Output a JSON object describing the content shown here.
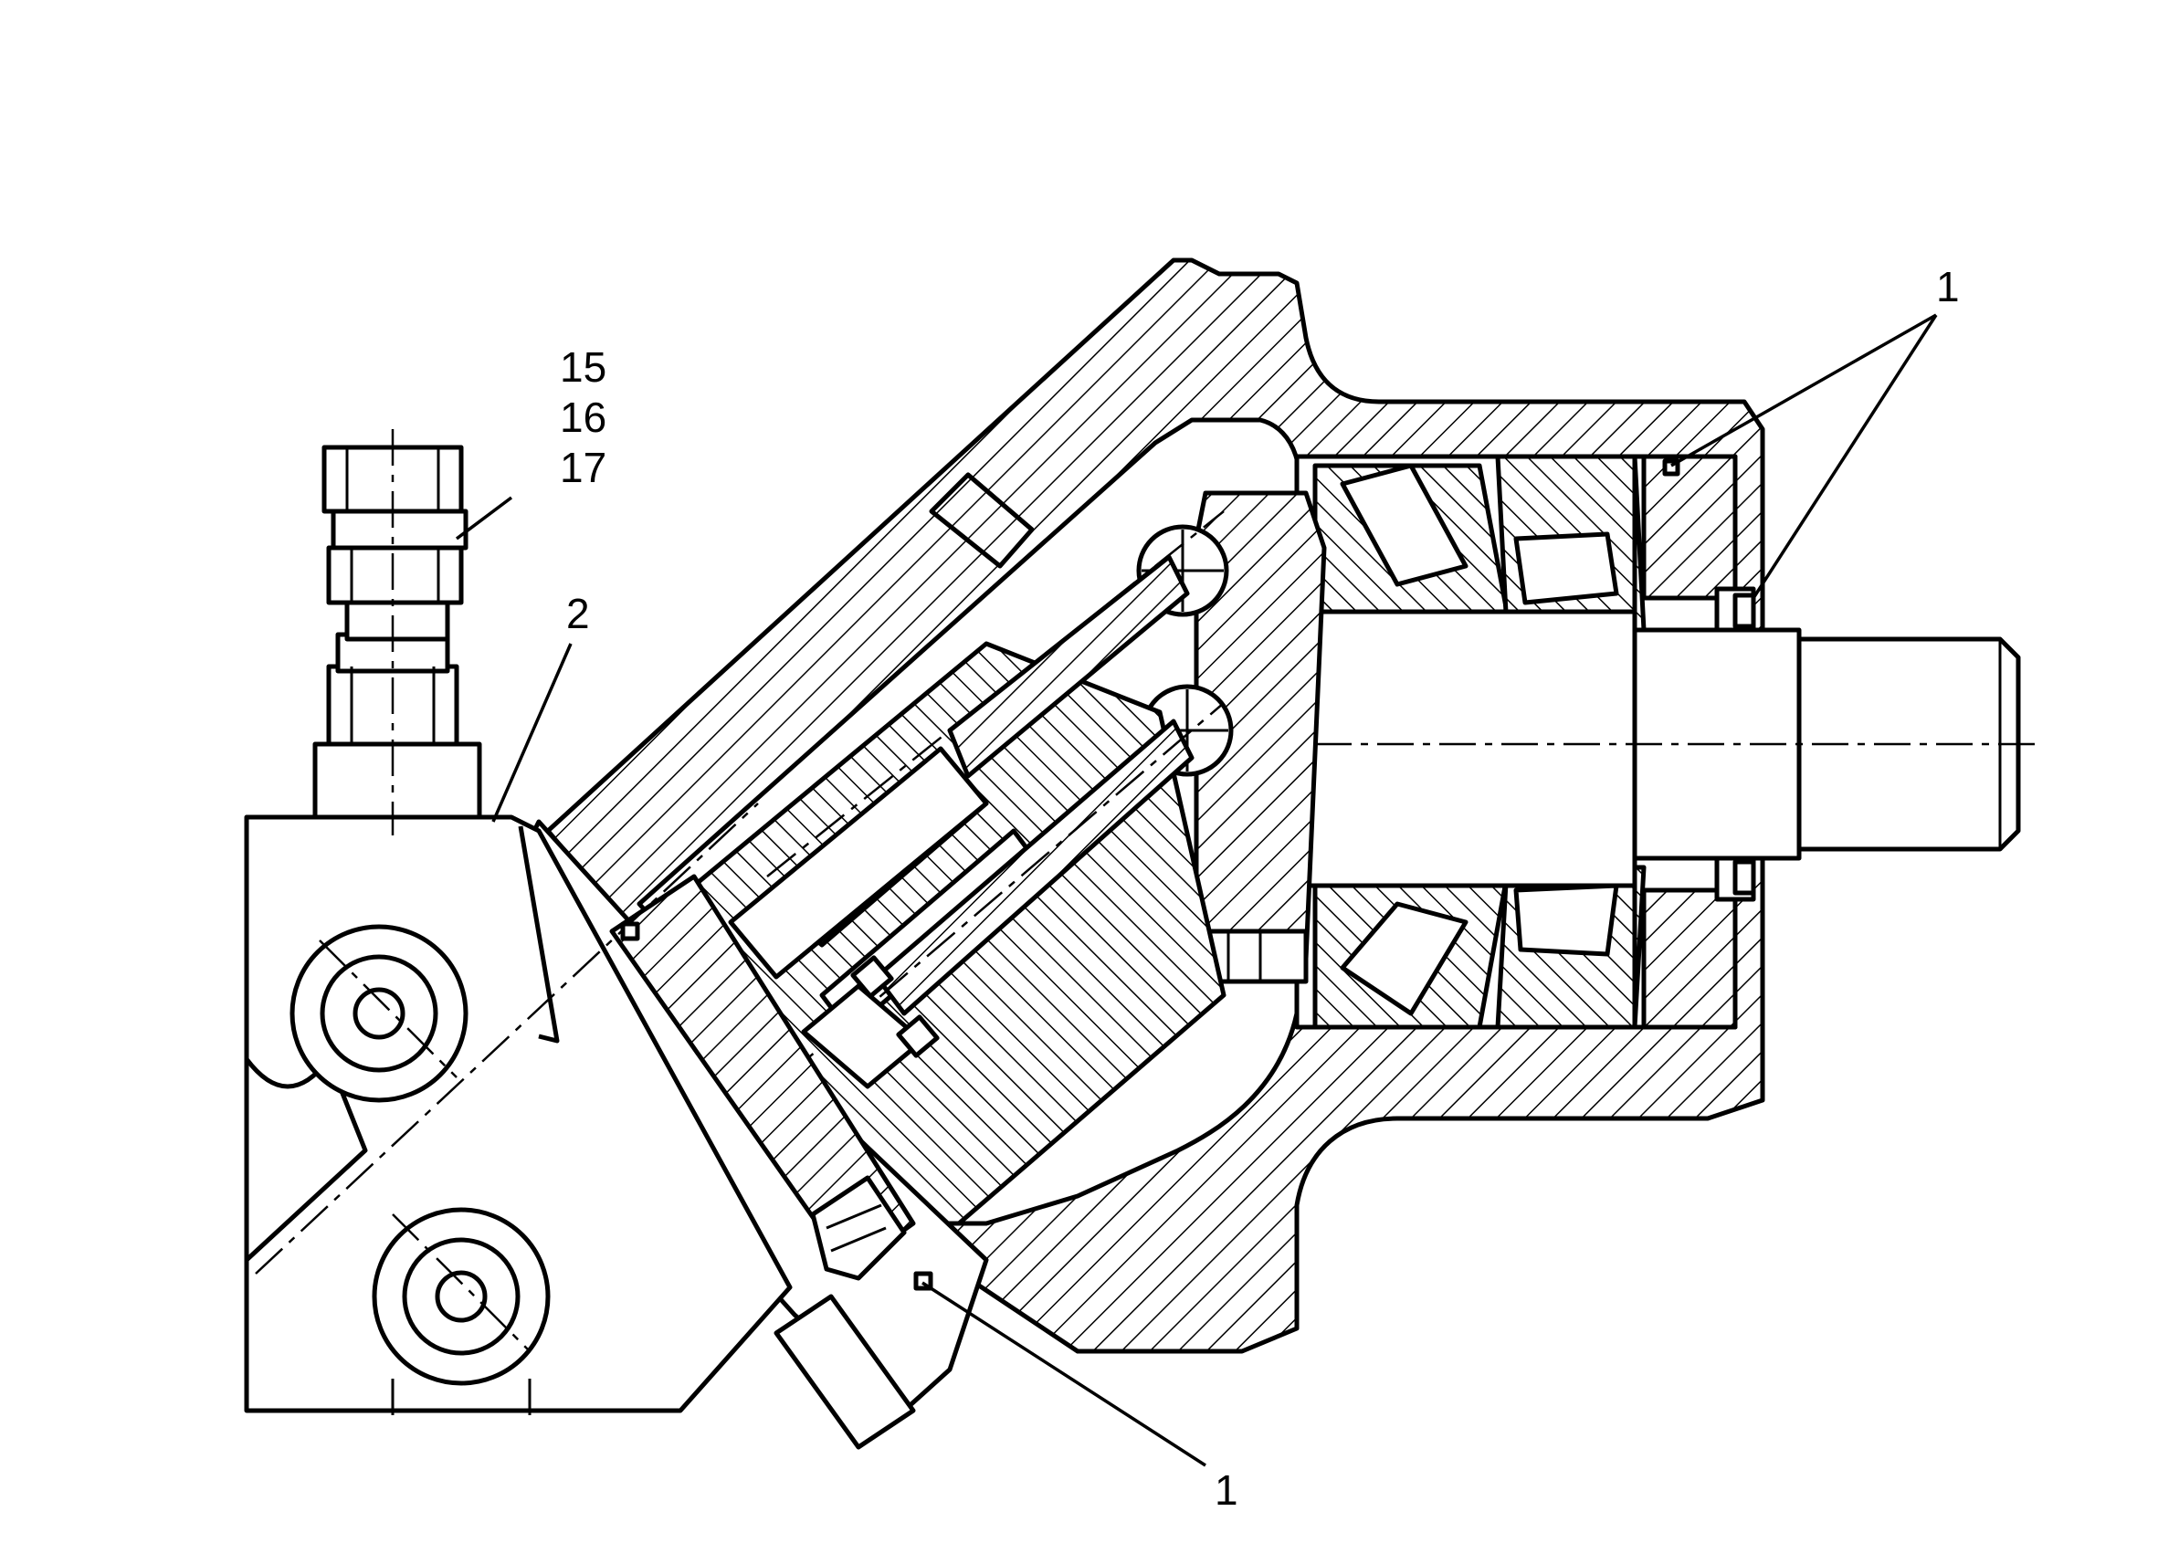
{
  "callouts": {
    "c15": "15",
    "c16": "16",
    "c17": "17",
    "c2": "2",
    "c1_top_right": "1",
    "c1_bottom": "1"
  },
  "colors": {
    "ink": "#000000",
    "paper": "#ffffff"
  }
}
